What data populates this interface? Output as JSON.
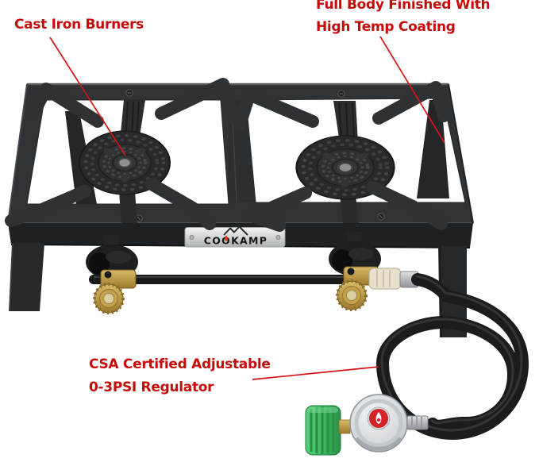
{
  "page": {
    "type": "product-photo",
    "background": "#ffffff"
  },
  "annotations": {
    "text_color": "#c50a0a",
    "line_color": "#d31515",
    "cast_iron_burners": "Cast Iron Burners",
    "full_body_line1": "Full Body Finished With",
    "full_body_line2": "High Temp Coating",
    "regulator_line1": "CSA Certified Adjustable",
    "regulator_line2": "0-3PSI Regulator"
  },
  "product": {
    "brand": "COOKAMP",
    "icons": {
      "brand_logo": "mountain-logo-icon",
      "brand_flame": "flame-icon",
      "regulator_badge": "flame-badge-icon",
      "frame_screws": "screw-icon"
    },
    "colors": {
      "stove_frame": "#303336",
      "burner_cast_iron": "#27292b",
      "brass_fittings": "#c2a14a",
      "hose_black": "#1b1c1e",
      "regulator_body_silver": "#d9dcde",
      "regulator_knob_green": "#3fba60",
      "regulator_badge_red": "#d2232b",
      "brand_plate_silver": "#d6d8da",
      "hose_fitting_cream": "#e8e0cc"
    }
  }
}
